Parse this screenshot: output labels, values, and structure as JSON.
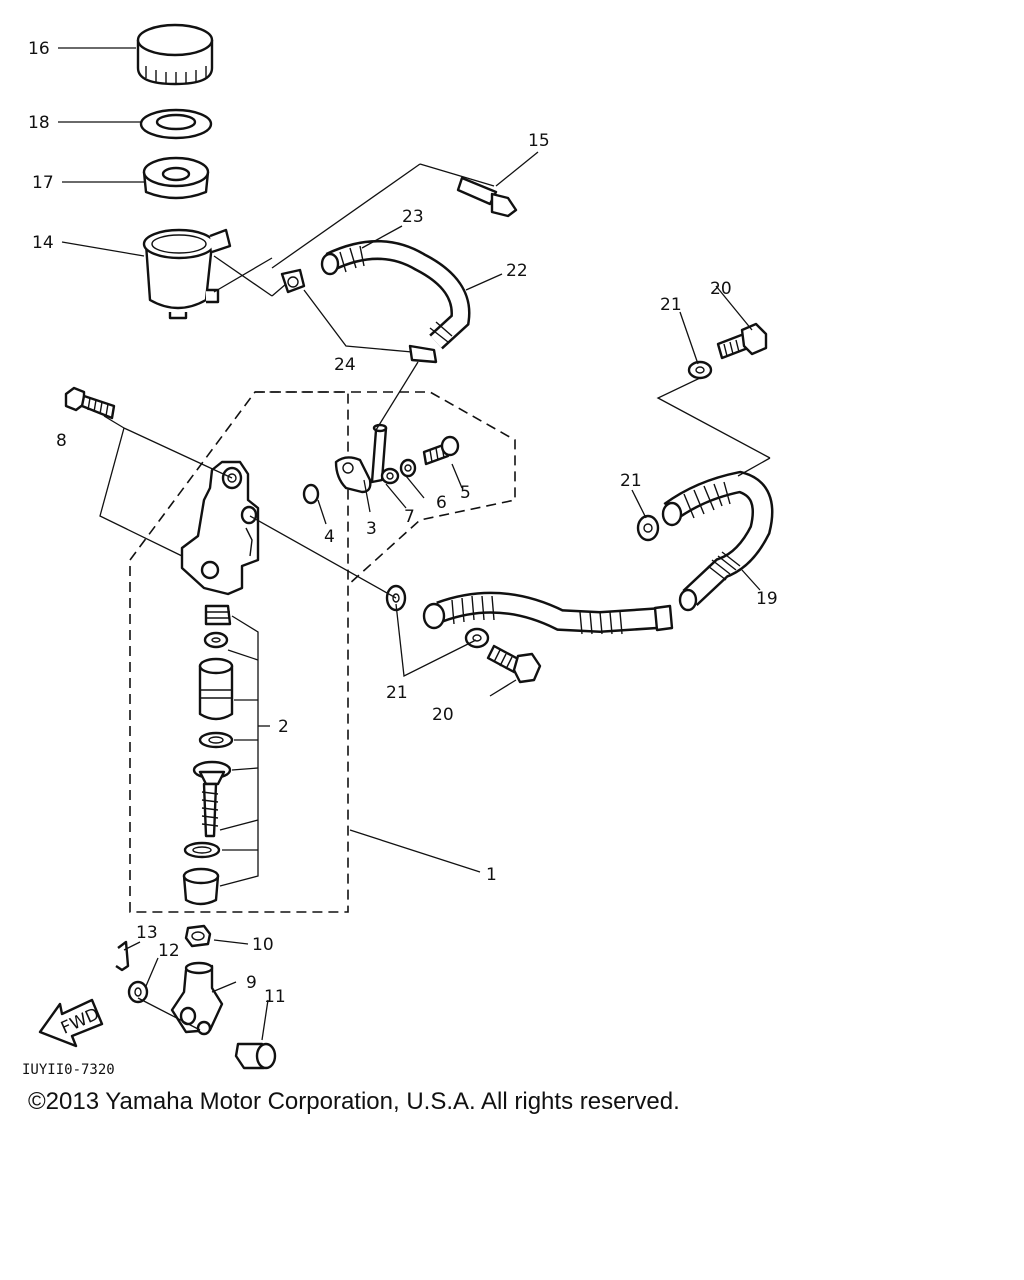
{
  "diagram_code": "IUYII0-7320",
  "fwd_label": "FWD",
  "copyright": "©2013 Yamaha Motor Corporation, U.S.A. All rights reserved.",
  "callouts": {
    "c1": "1",
    "c2": "2",
    "c3": "3",
    "c4": "4",
    "c5": "5",
    "c6": "6",
    "c7": "7",
    "c8": "8",
    "c9": "9",
    "c10": "10",
    "c11": "11",
    "c12": "12",
    "c13": "13",
    "c14": "14",
    "c15": "15",
    "c16": "16",
    "c17": "17",
    "c18": "18",
    "c19": "19",
    "c20a": "20",
    "c20b": "20",
    "c21a": "21",
    "c21b": "21",
    "c21c": "21",
    "c22": "22",
    "c23": "23",
    "c24": "24"
  }
}
